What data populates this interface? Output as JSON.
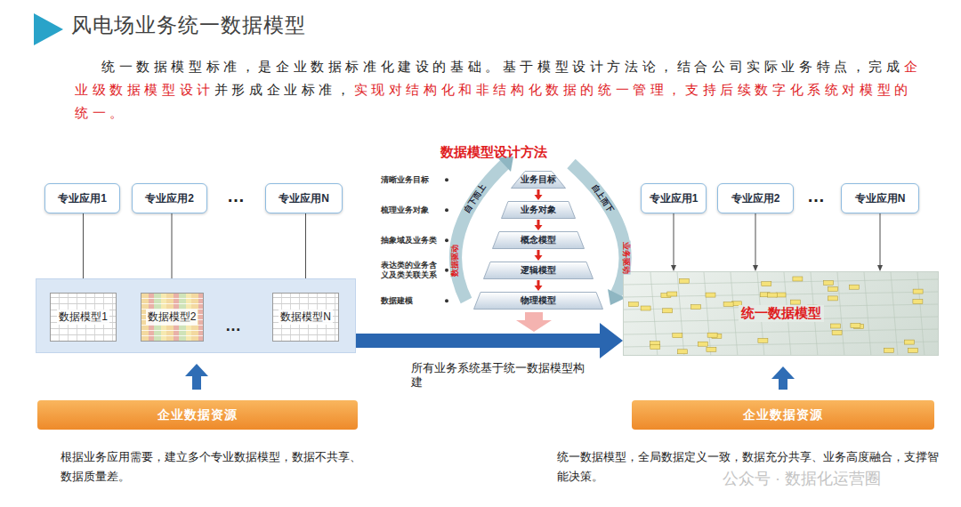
{
  "diagram": {
    "title": "风电场业务统一数据模型",
    "nodes": [
      {
        "text": [
          "专业应用1"
        ]
      },
      {
        "text": [
          "专业应用2"
        ]
      },
      {
        "text": [
          "专业应用N"
        ]
      },
      {
        "text": [
          "…"
        ]
      },
      {
        "text": [
          "数据模型1"
        ],
        "in": 3
      },
      {
        "text": [
          "数据模型2"
        ],
        "in": 3
      },
      {
        "text": [
          "数据模型N"
        ],
        "in": 3
      },
      {
        "text": [
          "企业数据资源"
        ]
      },
      {
        "text": [
          "业务目标"
        ]
      },
      {
        "text": [
          "业务对象"
        ]
      },
      {
        "text": [
          "概念模型"
        ]
      },
      {
        "text": [
          "逻辑模型"
        ]
      },
      {
        "text": [
          "物理模型"
        ]
      },
      {
        "text": [
          "专业应用1"
        ]
      },
      {
        "text": [
          "专业应用2"
        ]
      },
      {
        "text": [
          "专业应用N"
        ]
      },
      {
        "text": [
          "统一数据模型"
        ]
      },
      {
        "text": [
          "企业数据资源"
        ]
      }
    ],
    "edges": [
      {
        "from": 0,
        "to": 4,
        "arrow": "to"
      },
      {
        "from": 1,
        "to": 5,
        "arrow": "to"
      },
      {
        "from": 2,
        "to": 6,
        "arrow": "to"
      },
      {
        "from": 7,
        "to": 3,
        "arrow": "to"
      },
      {
        "from": 8,
        "to": 9,
        "arrow": "to"
      },
      {
        "from": 9,
        "to": 10,
        "arrow": "to"
      },
      {
        "from": 10,
        "to": 11,
        "arrow": "to"
      },
      {
        "from": 11,
        "to": 12,
        "arrow": "to"
      },
      {
        "from": 3,
        "to": 16,
        "arrow": "to"
      },
      {
        "from": 13,
        "to": 16,
        "arrow": "to"
      },
      {
        "from": 14,
        "to": 16,
        "arrow": "to"
      },
      {
        "from": 15,
        "to": 16,
        "arrow": "to"
      },
      {
        "from": 17,
        "to": 16,
        "arrow": "to"
      }
    ],
    "labels": [
      "统一数据模型标准，是企业数据标准化建设的基础。基于模型设计方法论，结合公司实际业务特点，完成",
      "企业级数据模型设计",
      "并形成企业标准，",
      "实现对结构化和非结构化数据的统一管理，支持后续数字化系统对模型的统一。",
      "…",
      "数据模型设计方法",
      "清晰业务目标",
      "梳理业务对象",
      "抽象域及业务类",
      "表达类的业务含义及类关联关系",
      "数据建模",
      "自下而上",
      "数据驱动",
      "自上而下",
      "业务驱动",
      "所有业务系统基于统一数据模型构建",
      "…",
      "根据业务应用需要，建立多个专业数据模型，数据不共享、数据质量差。",
      "统一数据模型，全局数据定义一致，数据充分共享、业务高度融合，支撑智能决策。",
      "公众号 · 数据化运营圈"
    ]
  }
}
